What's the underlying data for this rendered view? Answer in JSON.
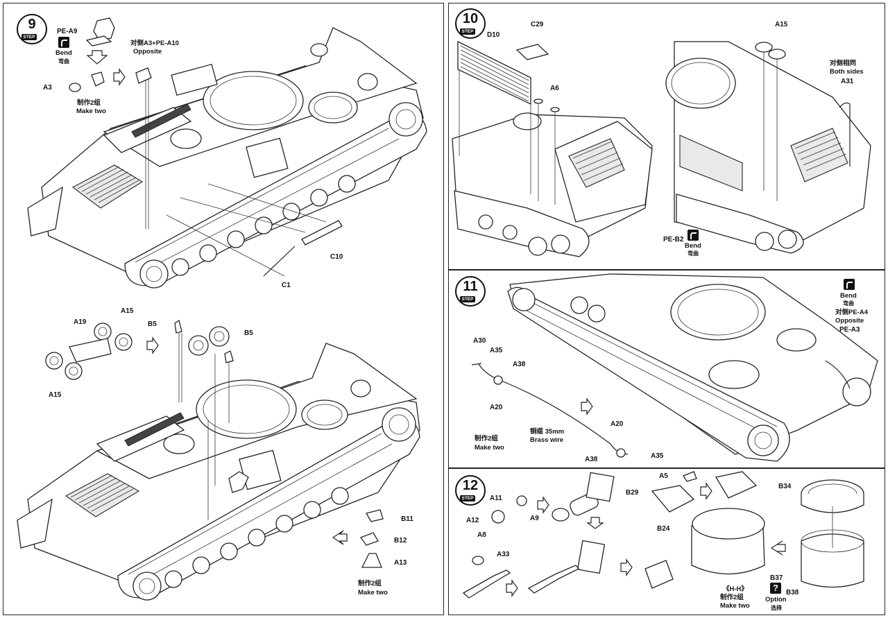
{
  "steps": {
    "s9": {
      "number": "9",
      "step_label": "STEP"
    },
    "s10": {
      "number": "10",
      "step_label": "STEP"
    },
    "s11": {
      "number": "11",
      "step_label": "STEP"
    },
    "s12": {
      "number": "12",
      "step_label": "STEP"
    }
  },
  "step9": {
    "pe_a9": "PE-A9",
    "bend_en": "Bend",
    "bend_cn": "弯曲",
    "opposite_cn": "对侧A3+PE-A10",
    "opposite_en": "Opposite",
    "a3": "A3",
    "make_two_cn": "制作2组",
    "make_two_en": "Make two",
    "c10": "C10",
    "c1": "C1",
    "a19": "A19",
    "a15_top": "A15",
    "a15_bottom": "A15",
    "b5_left": "B5",
    "b5_right": "B5",
    "b11": "B11",
    "b12": "B12",
    "a13": "A13",
    "make_two2_cn": "制作2组",
    "make_two2_en": "Make two"
  },
  "step10": {
    "d10": "D10",
    "c29": "C29",
    "a6": "A6",
    "a15": "A15",
    "both_sides_cn": "对侧相同",
    "both_sides_en": "Both sides",
    "a31": "A31",
    "pe_b2": "PE-B2",
    "bend_en": "Bend",
    "bend_cn": "弯曲"
  },
  "step11": {
    "a30": "A30",
    "a35_top": "A35",
    "a38_top": "A38",
    "a20_left": "A20",
    "wire_cn": "铜缆 35mm",
    "wire_en": "Brass wire",
    "make_two_cn": "制作2组",
    "make_two_en": "Make two",
    "a20_right": "A20",
    "a38_bottom": "A38",
    "a35_bottom": "A35",
    "bend_en": "Bend",
    "bend_cn": "弯曲",
    "opposite_cn": "对侧PE-A4",
    "opposite_en": "Opposite",
    "pe_a3": "PE-A3"
  },
  "step12": {
    "a11": "A11",
    "a12": "A12",
    "a9": "A9",
    "b29": "B29",
    "a8": "A8",
    "a33": "A33",
    "a5": "A5",
    "b24": "B24",
    "b34": "B34",
    "b37": "B37",
    "option_en": "Option",
    "option_cn": "选择",
    "b38": "B38",
    "hh": "《H-H》",
    "make_two_cn": "制作2组",
    "make_two_en": "Make two"
  }
}
